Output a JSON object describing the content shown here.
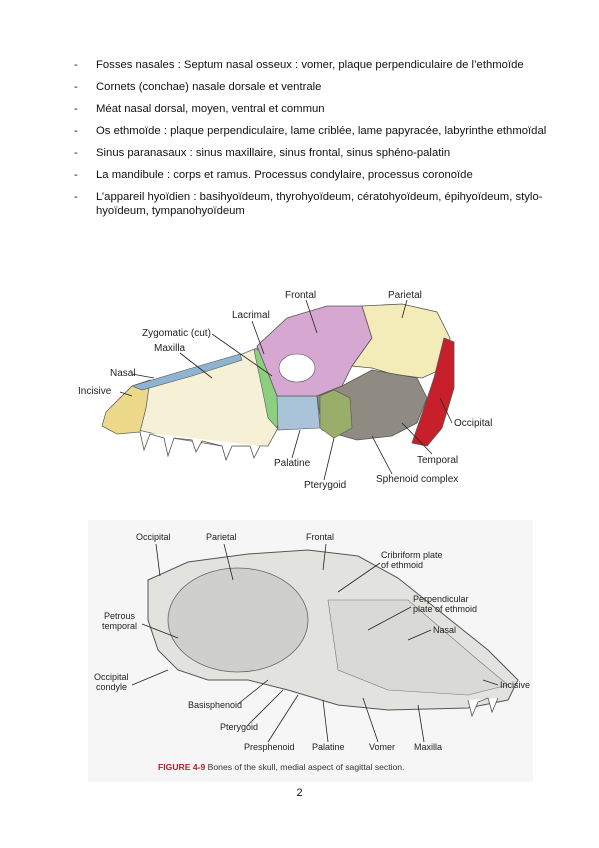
{
  "bullets": [
    {
      "dash": "-",
      "text": "Fosses nasales :  Septum nasal osseux : vomer, plaque perpendiculaire de l’ethmoïde"
    },
    {
      "dash": "-",
      "text": "Cornets (conchae) nasale dorsale et ventrale"
    },
    {
      "dash": "-",
      "text": "Méat nasal dorsal, moyen, ventral et commun"
    },
    {
      "dash": "-",
      "text": "Os ethmoïde : plaque perpendiculaire, lame criblée, lame papyracée, labyrinthe ethmoïdal"
    },
    {
      "dash": "-",
      "text": "Sinus paranasaux : sinus maxillaire, sinus frontal, sinus sphéno-palatin"
    },
    {
      "dash": "-",
      "text": "La mandibule : corps et ramus. Processus condylaire, processus coronoïde"
    },
    {
      "dash": "-",
      "text": "L’appareil hyoïdien : basihyoïdeum, thyrohyoïdeum, cératohyoïdeum, épihyoïdeum, stylo-hyoïdeum, tympanohyoïdeum"
    }
  ],
  "figure1": {
    "labels": {
      "frontal": "Frontal",
      "parietal": "Parietal",
      "lacrimal": "Lacrimal",
      "zygomatic": "Zygomatic (cut)",
      "maxilla": "Maxilla",
      "nasal": "Nasal",
      "incisive": "Incisive",
      "occipital": "Occipital",
      "temporal": "Temporal",
      "palatine": "Palatine",
      "pterygoid": "Pterygoid",
      "sphenoid": "Sphenoid complex"
    },
    "colors": {
      "frontal": "#d6a8d1",
      "parietal": "#f3ecb8",
      "occipital": "#c8202a",
      "temporal": "#8f8a82",
      "maxilla": "#f6f1d6",
      "incisive": "#ecd98a",
      "nasal": "#8fb4d2",
      "lacrimal": "#8ccf7e",
      "palatine": "#a9c3d9",
      "pterygoid": "#9aae6b"
    }
  },
  "figure2": {
    "labels": {
      "occipital": "Occipital",
      "parietal": "Parietal",
      "frontal": "Frontal",
      "cribriform1": "Cribriform plate",
      "cribriform2": "of ethmoid",
      "perpendicular1": "Perpendicular",
      "perpendicular2": "plate of ethmoid",
      "nasal": "Nasal",
      "petrous1": "Petrous",
      "petrous2": "temporal",
      "occcond1": "Occipital",
      "occcond2": "condyle",
      "incisive": "Incisive",
      "basisphenoid": "Basisphenoid",
      "pterygoid": "Pterygoid",
      "presphenoid": "Presphenoid",
      "palatine": "Palatine",
      "vomer": "Vomer",
      "maxilla": "Maxilla"
    },
    "caption_bold": "FIGURE 4-9",
    "caption_text": " Bones of the skull, medial aspect of sagittal section."
  },
  "page_number": "2"
}
